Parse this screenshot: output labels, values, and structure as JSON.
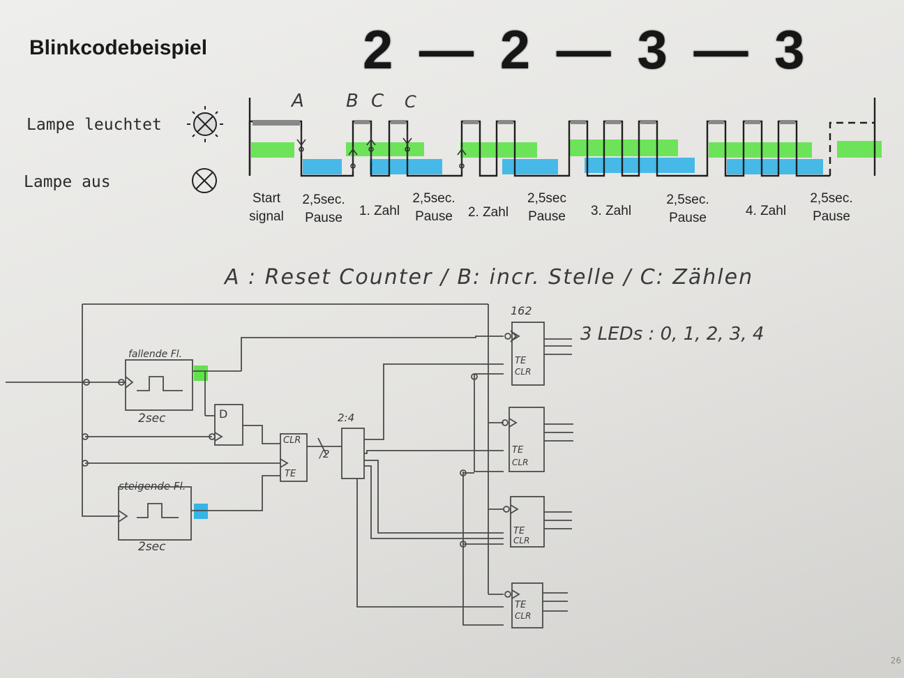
{
  "title": "Blinkcodebeispiel",
  "code_display": "2 — 2 — 3 — 3",
  "legend": {
    "lamp_on": "Lampe leuchtet",
    "lamp_off": "Lampe aus"
  },
  "timeline_letters": {
    "a": "A",
    "b": "B",
    "c1": "C",
    "c2": "C"
  },
  "timeline_labels": [
    {
      "line1": "Start",
      "line2": "signal"
    },
    {
      "line1": "2,5sec.",
      "line2": "Pause"
    },
    {
      "line1": "1. Zahl",
      "line2": ""
    },
    {
      "line1": "2,5sec.",
      "line2": "Pause"
    },
    {
      "line1": "2. Zahl",
      "line2": ""
    },
    {
      "line1": "2,5sec",
      "line2": "Pause"
    },
    {
      "line1": "3. Zahl",
      "line2": ""
    },
    {
      "line1": "2,5sec.",
      "line2": "Pause"
    },
    {
      "line1": "4. Zahl",
      "line2": ""
    },
    {
      "line1": "2,5sec.",
      "line2": "Pause"
    }
  ],
  "handwritten": {
    "legend_line": "A : Reset Counter  /  B: incr. Stelle  /  C: Zählen",
    "falling_edge": "fallende Fl.",
    "rising_edge": "steigende Fl.",
    "timer_falling": "2sec",
    "timer_rising": "2sec",
    "dff_label": "D",
    "counter_clr": "CLR",
    "counter_te": "TE",
    "divider_value": "/2",
    "decoder_label": "2:4",
    "chip_label": "162",
    "leds_note": "3 LEDs :  0, 1, 2, 3, 4",
    "te": "TE",
    "clr": "CLR"
  },
  "colors": {
    "green_marker": "#5fe24a",
    "blue_marker": "#35b4e8",
    "ink": "#1e1e1e",
    "pencil": "#4a4a4a"
  },
  "page_number": "26"
}
